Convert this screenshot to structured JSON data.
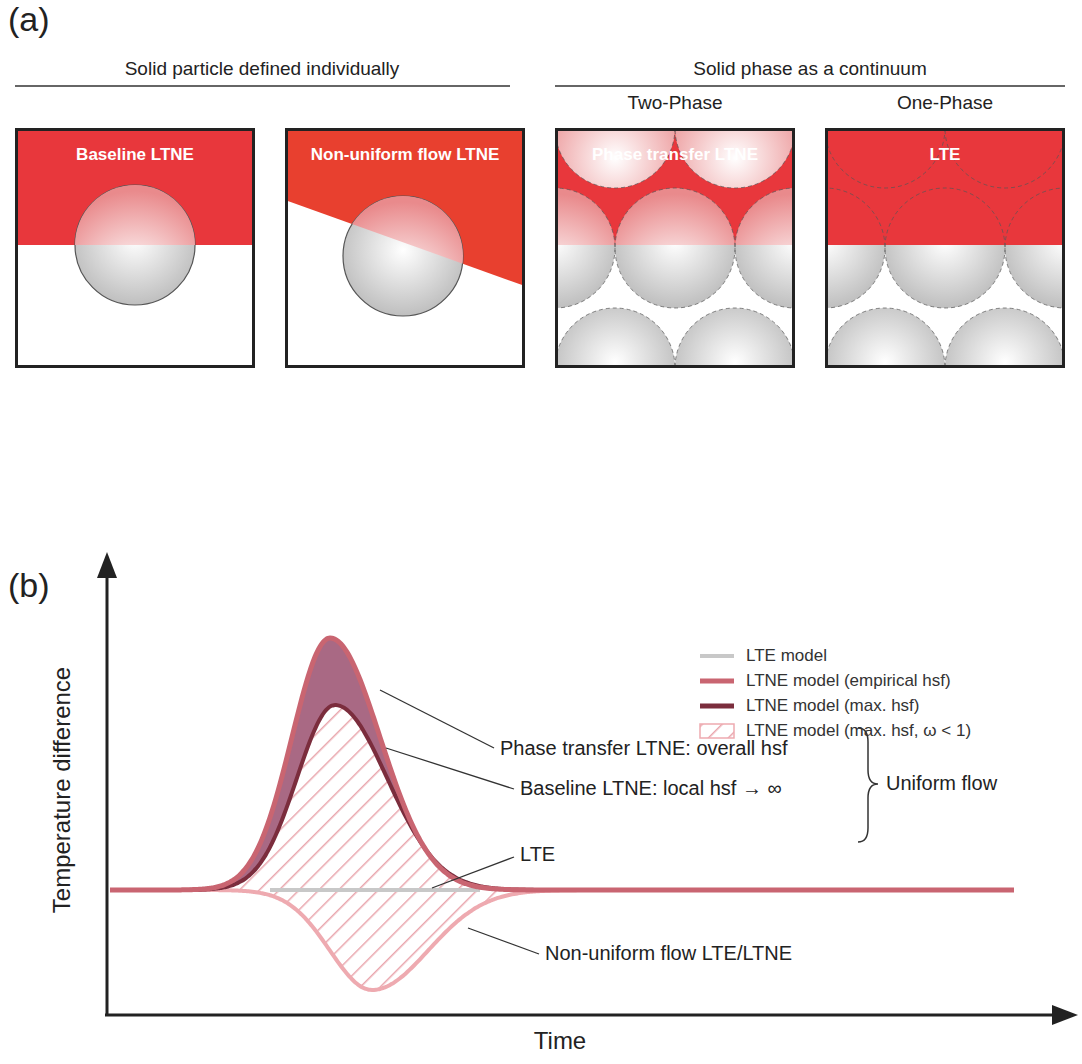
{
  "diagram": {
    "nodes": [
      {
        "text": [
          "Baseline LTNE"
        ]
      },
      {
        "text": [
          "Non-uniform flow LTNE"
        ]
      },
      {
        "text": [
          "Phase transfer LTNE"
        ]
      },
      {
        "text": [
          "LTE"
        ]
      }
    ],
    "edges": [],
    "labels": [
      "(a)",
      "Solid particle defined individually",
      "Solid phase as a continuum",
      "Two-Phase",
      "One-Phase",
      "(b)",
      "Phase transfer LTNE: overall hsf",
      "Baseline LTNE: local hsf → ∞",
      "Uniform flow",
      "LTE",
      "Non-uniform flow LTE/LTNE",
      "Temperature difference",
      "Time"
    ],
    "legend": [
      {
        "text": "LTE model"
      },
      {
        "text": "LTNE model (empirical hsf)"
      },
      {
        "text": "LTNE model (max. hsf)"
      },
      {
        "text": "LTNE model (max. hsf, ω < 1)"
      }
    ]
  }
}
